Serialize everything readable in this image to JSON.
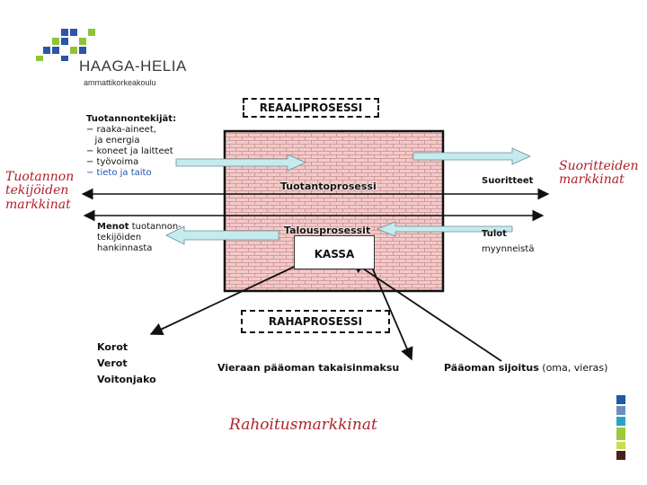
{
  "logo": {
    "name": "HAAGA-HELIA",
    "subtitle": "ammattikorkeakoulu"
  },
  "left_market": {
    "line1": "Tuotannon",
    "line2": "tekijöiden",
    "line3": "markkinat"
  },
  "right_market": {
    "line1": "Suoritteiden",
    "line2": "markkinat"
  },
  "bottom_market": {
    "label": "Rahoitusmarkkinat"
  },
  "inputs": {
    "title": "Tuotannontekijät:",
    "items": [
      "− raaka-aineet,",
      "   ja energia",
      "− koneet ja laitteet",
      "− työvoima",
      "− tieto ja taito"
    ]
  },
  "expenses": {
    "title": "Menot",
    "text_lines": [
      " tuotannon-",
      "tekijöiden",
      "hankinnasta"
    ]
  },
  "real_process": {
    "label": "REAALIPROSESSI"
  },
  "money_process": {
    "label": "RAHAPROSESSI"
  },
  "production": {
    "label": "Tuotantoprosessi"
  },
  "finance": {
    "label": "Talousprosessit"
  },
  "cash": {
    "label": "KASSA"
  },
  "outputs": {
    "label": "Suoritteet"
  },
  "income": {
    "title": "Tulot",
    "text": "myynneistä"
  },
  "outflows": {
    "lines": [
      "Korot",
      "Verot",
      "Voitonjako"
    ]
  },
  "loan_repayment": {
    "label": "Vieraan pääoman takaisinmaksu"
  },
  "capital_investment": {
    "label": "Pääoman sijoitus",
    "suffix": " (oma, vieras)"
  },
  "colors": {
    "logo_blue": "#2c55a6",
    "logo_green": "#8fc33a",
    "brick_fill": "#f3c9c9",
    "brick_line": "#c98f8f",
    "arrow_fill": "#c4ecef",
    "script_red": "#b0202a",
    "dot_blue": "#1f5aa6",
    "dot_teal": "#29a3bf",
    "dot_green": "#9acb3c",
    "dot_brown": "#4a1f1f"
  }
}
